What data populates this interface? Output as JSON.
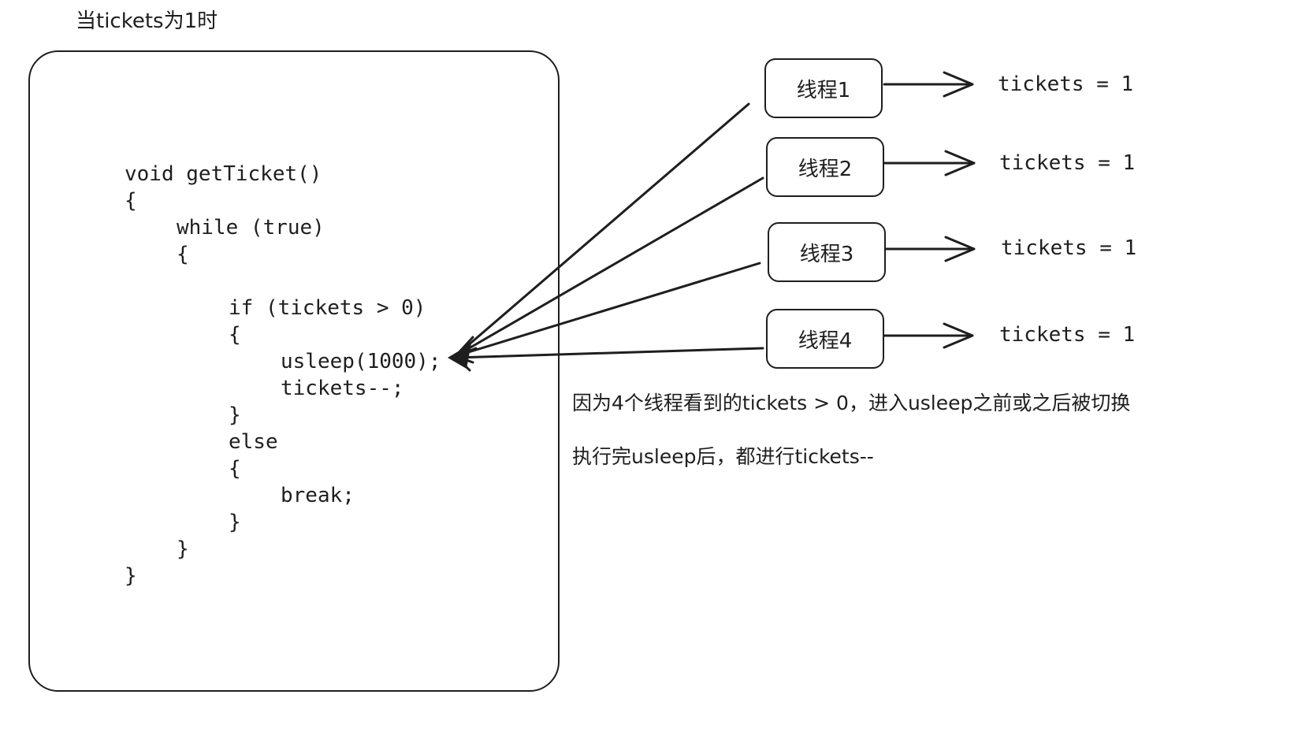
{
  "caption": "当tickets为1时",
  "code": {
    "lines": [
      "void getTicket()",
      "{",
      "while (true)",
      "{",
      "if (tickets > 0)",
      "{",
      "usleep(1000);",
      "tickets--;",
      "}",
      "else",
      "{",
      "break;",
      "}",
      "}",
      "}"
    ]
  },
  "threads": [
    {
      "label": "线程1",
      "value": "tickets = 1"
    },
    {
      "label": "线程2",
      "value": "tickets = 1"
    },
    {
      "label": "线程3",
      "value": "tickets = 1"
    },
    {
      "label": "线程4",
      "value": "tickets = 1"
    }
  ],
  "notes": {
    "line1": "因为4个线程看到的tickets > 0，进入usleep之前或之后被切换",
    "line2": "执行完usleep后，都进行tickets--"
  }
}
